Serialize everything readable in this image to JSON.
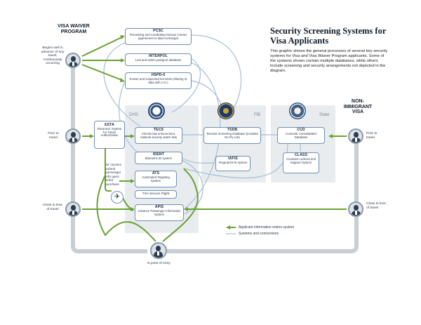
{
  "title": "Security Screening Systems for Visa Applicants",
  "description": "This graphic shows the general processes of several key security systems for Visa and Visa Waiver Program applicants. Some of the systems shown contain multiple databases, while others include screening and security arrangements not depicted in the diagram.",
  "left_heading": "VISA WAIVER PROGRAM",
  "right_heading": "NON-IMMIGRANT VISA",
  "agencies": {
    "dhs": "DHS",
    "fbi": "FBI",
    "state": "State"
  },
  "stages": {
    "vwp_begins": "Begins well in advance of any travel; continuously occurring",
    "vwp_prior": "Prior to travel",
    "vwp_close": "Close to time of travel",
    "niv_prior": "Prior to travel",
    "niv_close": "Close to time of travel",
    "entry": "At point of entry"
  },
  "systems": {
    "pcsc": {
      "title": "PCSC",
      "sub": "Preventing and Combating Serious Crimes (agreement to data exchange)"
    },
    "interpol": {
      "title": "INTERPOL",
      "sub": "Lost and stolen passport database"
    },
    "hspd6": {
      "title": "HSPD-6",
      "sub": "Known and suspected terrorists (sharing of data with U.S.)"
    },
    "esta": {
      "title": "ESTA",
      "sub": "Electronic System for Travel Authorization"
    },
    "tecs": {
      "title": "TECS",
      "sub": "Checks law enforcement, national security watch lists"
    },
    "ident": {
      "title": "IDENT",
      "sub": "Biometric ID system"
    },
    "ats": {
      "title": "ATS",
      "sub": "Automated Targeting System"
    },
    "tsa": {
      "title": "TSA Secure Flight",
      "sub": ""
    },
    "apis": {
      "title": "APIS",
      "sub": "Advance Passenger Information System"
    },
    "tsdb": {
      "title": "TSDB",
      "sub": "Terrorist Screening Database (includes No Fly List)"
    },
    "iafis": {
      "title": "IAFIS",
      "sub": "Fingerprint ID system"
    },
    "ccd": {
      "title": "CCD",
      "sub": "Consular Consolidated Database"
    },
    "class": {
      "title": "CLASS",
      "sub": "Consular Lookout and Support System"
    }
  },
  "air_carriers_note": "Air carriers submit passenger info upon ticket purchase",
  "legend": {
    "applicant": "Applicant information enters system",
    "systems": "Systems and connections"
  },
  "colors": {
    "green": "#6aa233",
    "gray_path": "#c9ced4",
    "blue_line": "#a7bdd6",
    "box_border": "#6f8fb3",
    "region": "#e9ecef"
  }
}
